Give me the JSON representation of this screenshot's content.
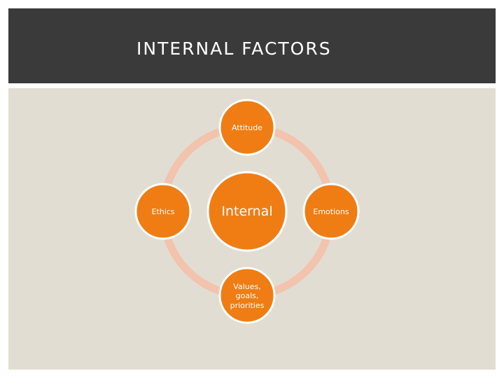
{
  "title": "INTERNAL FACTORS",
  "colors": {
    "title_bar": "#3a3a3a",
    "background": "#e2ddd2",
    "node_fill": "#ef7d14",
    "node_stroke": "#ffffff",
    "ring": "#f2c3ad"
  },
  "diagram": {
    "center": "Internal",
    "nodes": {
      "top": "Attitude",
      "right": "Emotions",
      "bottom": "Values, goals, priorities",
      "left": "Ethics"
    }
  }
}
